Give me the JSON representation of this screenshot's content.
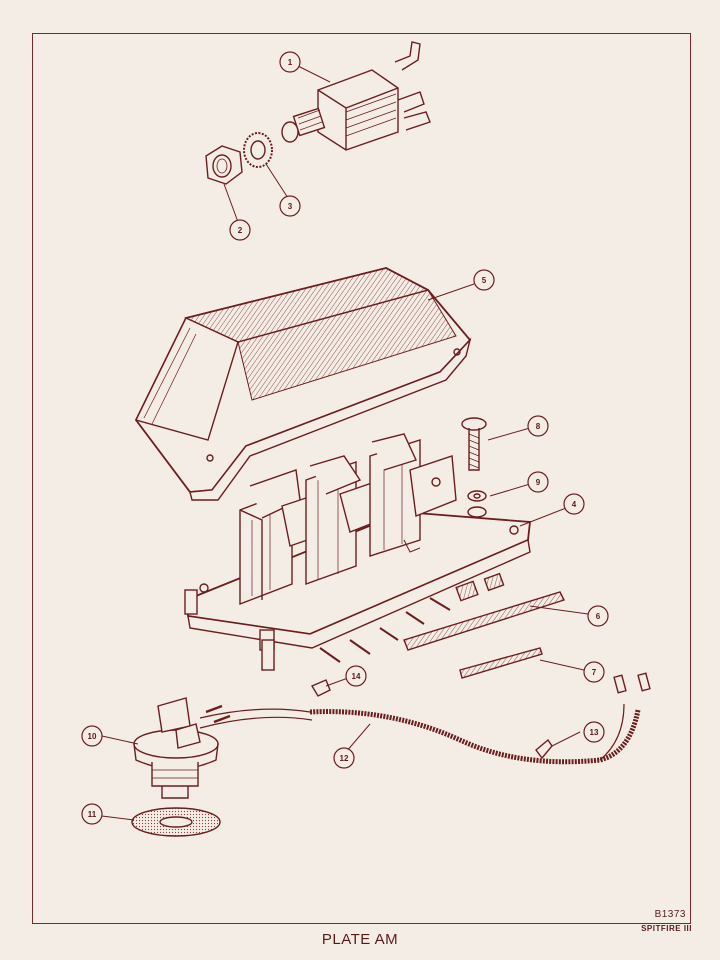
{
  "plate": {
    "title": "PLATE AM",
    "reference": "B1373",
    "model": "SPITFIRE III"
  },
  "callouts": [
    "1",
    "2",
    "3",
    "4",
    "5",
    "6",
    "7",
    "8",
    "9",
    "10",
    "11",
    "12",
    "13",
    "14"
  ],
  "colors": {
    "ink": "#6b1e1e",
    "paper": "#f4ede6"
  }
}
